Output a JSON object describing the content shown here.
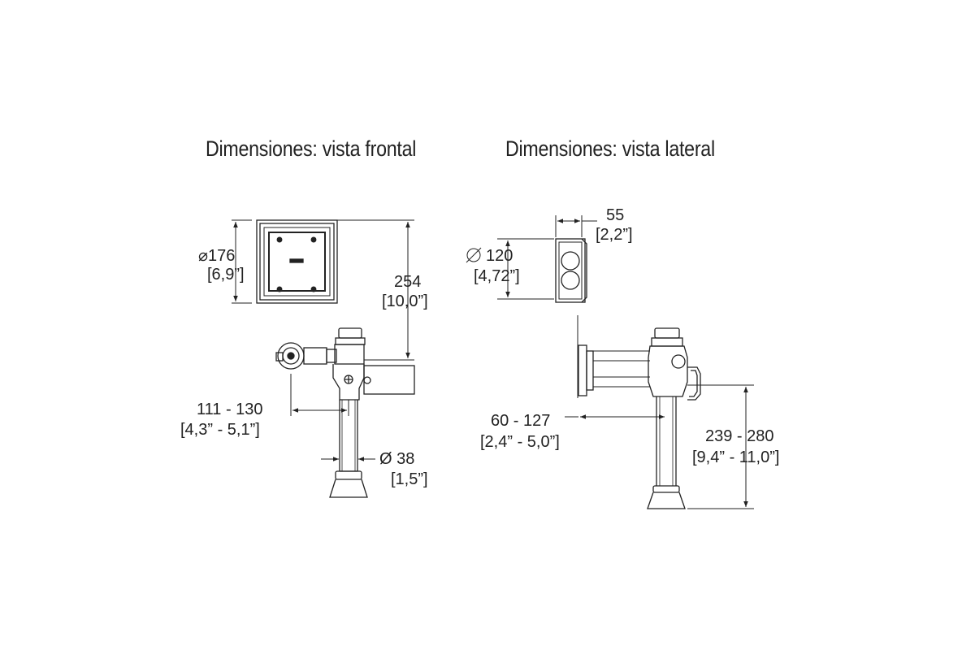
{
  "titles": {
    "front": "Dimensiones: vista frontal",
    "side": "Dimensiones: vista lateral"
  },
  "front_view": {
    "plate_width": {
      "line1": "⌀176",
      "line2": "[6,9”]"
    },
    "height": {
      "line1": "254",
      "line2": "[10,0”]"
    },
    "wall_offset": {
      "line1": "111 - 130",
      "line2": "[4,3” - 5,1”]"
    },
    "pipe_diameter": {
      "line1": "Ø 38",
      "line2": "[1,5”]"
    }
  },
  "side_view": {
    "depth": {
      "line1": "55",
      "line2": "[2,2”]"
    },
    "sensor_diameter": {
      "line1": "120",
      "line2": "[4,72”]"
    },
    "wall_offset": {
      "line1": "60 - 127",
      "line2": "[2,4” - 5,0”]"
    },
    "height": {
      "line1": "239 - 280",
      "line2": "[9,4” - 11,0”]"
    }
  }
}
